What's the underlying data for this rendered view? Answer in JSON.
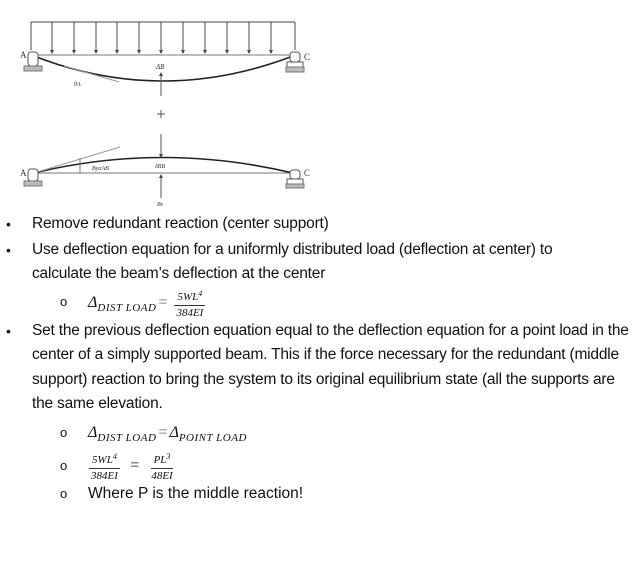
{
  "figure": {
    "top_diagram": {
      "label_left": "A",
      "label_right": "C",
      "deflection_label": "ΔB",
      "angle_label": "θA",
      "load": "uniformly distributed load (downward arrows)"
    },
    "operator": "+",
    "bottom_diagram": {
      "label_left": "A",
      "label_right": "C",
      "deflection_label": "δBB",
      "angle_label": "ByαAB",
      "force_label": "By"
    }
  },
  "bullets": [
    {
      "text": "Remove redundant reaction (center support)"
    },
    {
      "text": "Use deflection equation for a uniformly distributed load (deflection at center) to calculate the beam’s deflection at the center"
    }
  ],
  "sub1": {
    "delta": "Δ",
    "subscript": "DIST LOAD",
    "equals": "=",
    "num": "5WL",
    "num_exp": "4",
    "den": "384EI"
  },
  "bullet3": {
    "text": "Set the previous deflection equation equal to the deflection equation for a point load in the center of a simply supported beam.  This if the force necessary for the redundant (middle support) reaction to bring the system to its original equilibrium state (all the supports are the same elevation."
  },
  "sub2": {
    "left_delta": "Δ",
    "left_sub": "DIST LOAD",
    "equals": "=",
    "right_delta": "Δ",
    "right_sub": "POINT LOAD"
  },
  "sub3": {
    "left_num": "5WL",
    "left_exp": "4",
    "left_den": "384EI",
    "equals": "=",
    "right_num": "PL",
    "right_exp": "3",
    "right_den": "48EI"
  },
  "sub4": {
    "text": "Where P is the middle reaction!"
  },
  "markers": {
    "bullet": "•",
    "sub": "o"
  }
}
